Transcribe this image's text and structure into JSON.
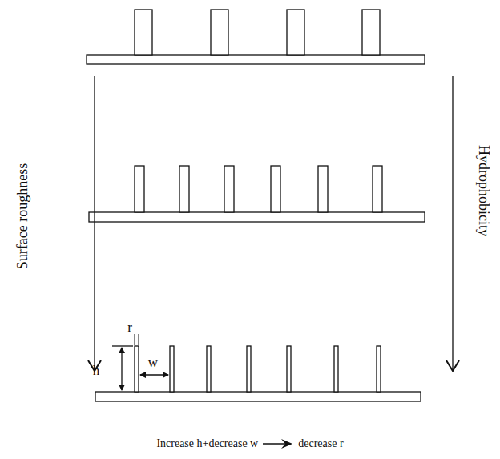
{
  "diagram": {
    "labels": [
      "Surface roughness",
      "Hydrophobicity",
      "r",
      "h",
      "w",
      "Increase h+decrease w",
      "decrease r"
    ]
  }
}
